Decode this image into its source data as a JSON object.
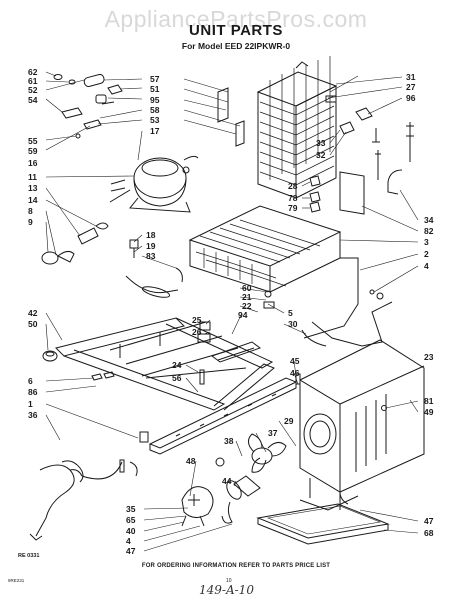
{
  "watermark": "AppliancePartsPros.com",
  "title": "UNIT PARTS",
  "subtitle": "For Model EED 22IPKWR-0",
  "footer": "FOR ORDERING INFORMATION REFER TO PARTS PRICE LIST",
  "ref_code": "RE 0331",
  "small_code": "9RE231",
  "page_number": "10",
  "handwritten_note": "149-A-10",
  "callouts": {
    "c62": "62",
    "c61": "61",
    "c52": "52",
    "c54": "54",
    "c55": "55",
    "c59": "59",
    "c16": "16",
    "c11": "11",
    "c13": "13",
    "c14": "14",
    "c8": "8",
    "c9": "9",
    "c57": "57",
    "c51": "51",
    "c95": "95",
    "c58": "58",
    "c53": "53",
    "c17": "17",
    "c31": "31",
    "c27": "27",
    "c96": "96",
    "c33": "33",
    "c32": "32",
    "c28": "28",
    "c78": "78",
    "c79": "79",
    "c34": "34",
    "c82": "82",
    "c3": "3",
    "c2": "2",
    "c4": "4",
    "c18": "18",
    "c19": "19",
    "c83": "83",
    "c60": "60",
    "c21": "21",
    "c22": "22",
    "c5": "5",
    "c30": "30",
    "c25": "25",
    "c26": "26",
    "c94": "94",
    "c42": "42",
    "c50": "50",
    "c24": "24",
    "c56": "56",
    "c23": "23",
    "c45": "45",
    "c46": "46",
    "c81": "81",
    "c49": "49",
    "c6": "6",
    "c86": "86",
    "c1": "1",
    "c36": "36",
    "c37": "37",
    "c29": "29",
    "c38": "38",
    "c48": "48",
    "c44": "44",
    "c35": "35",
    "c65": "65",
    "c40": "40",
    "c4b": "4",
    "c47": "47",
    "c47b": "47",
    "c68": "68"
  }
}
